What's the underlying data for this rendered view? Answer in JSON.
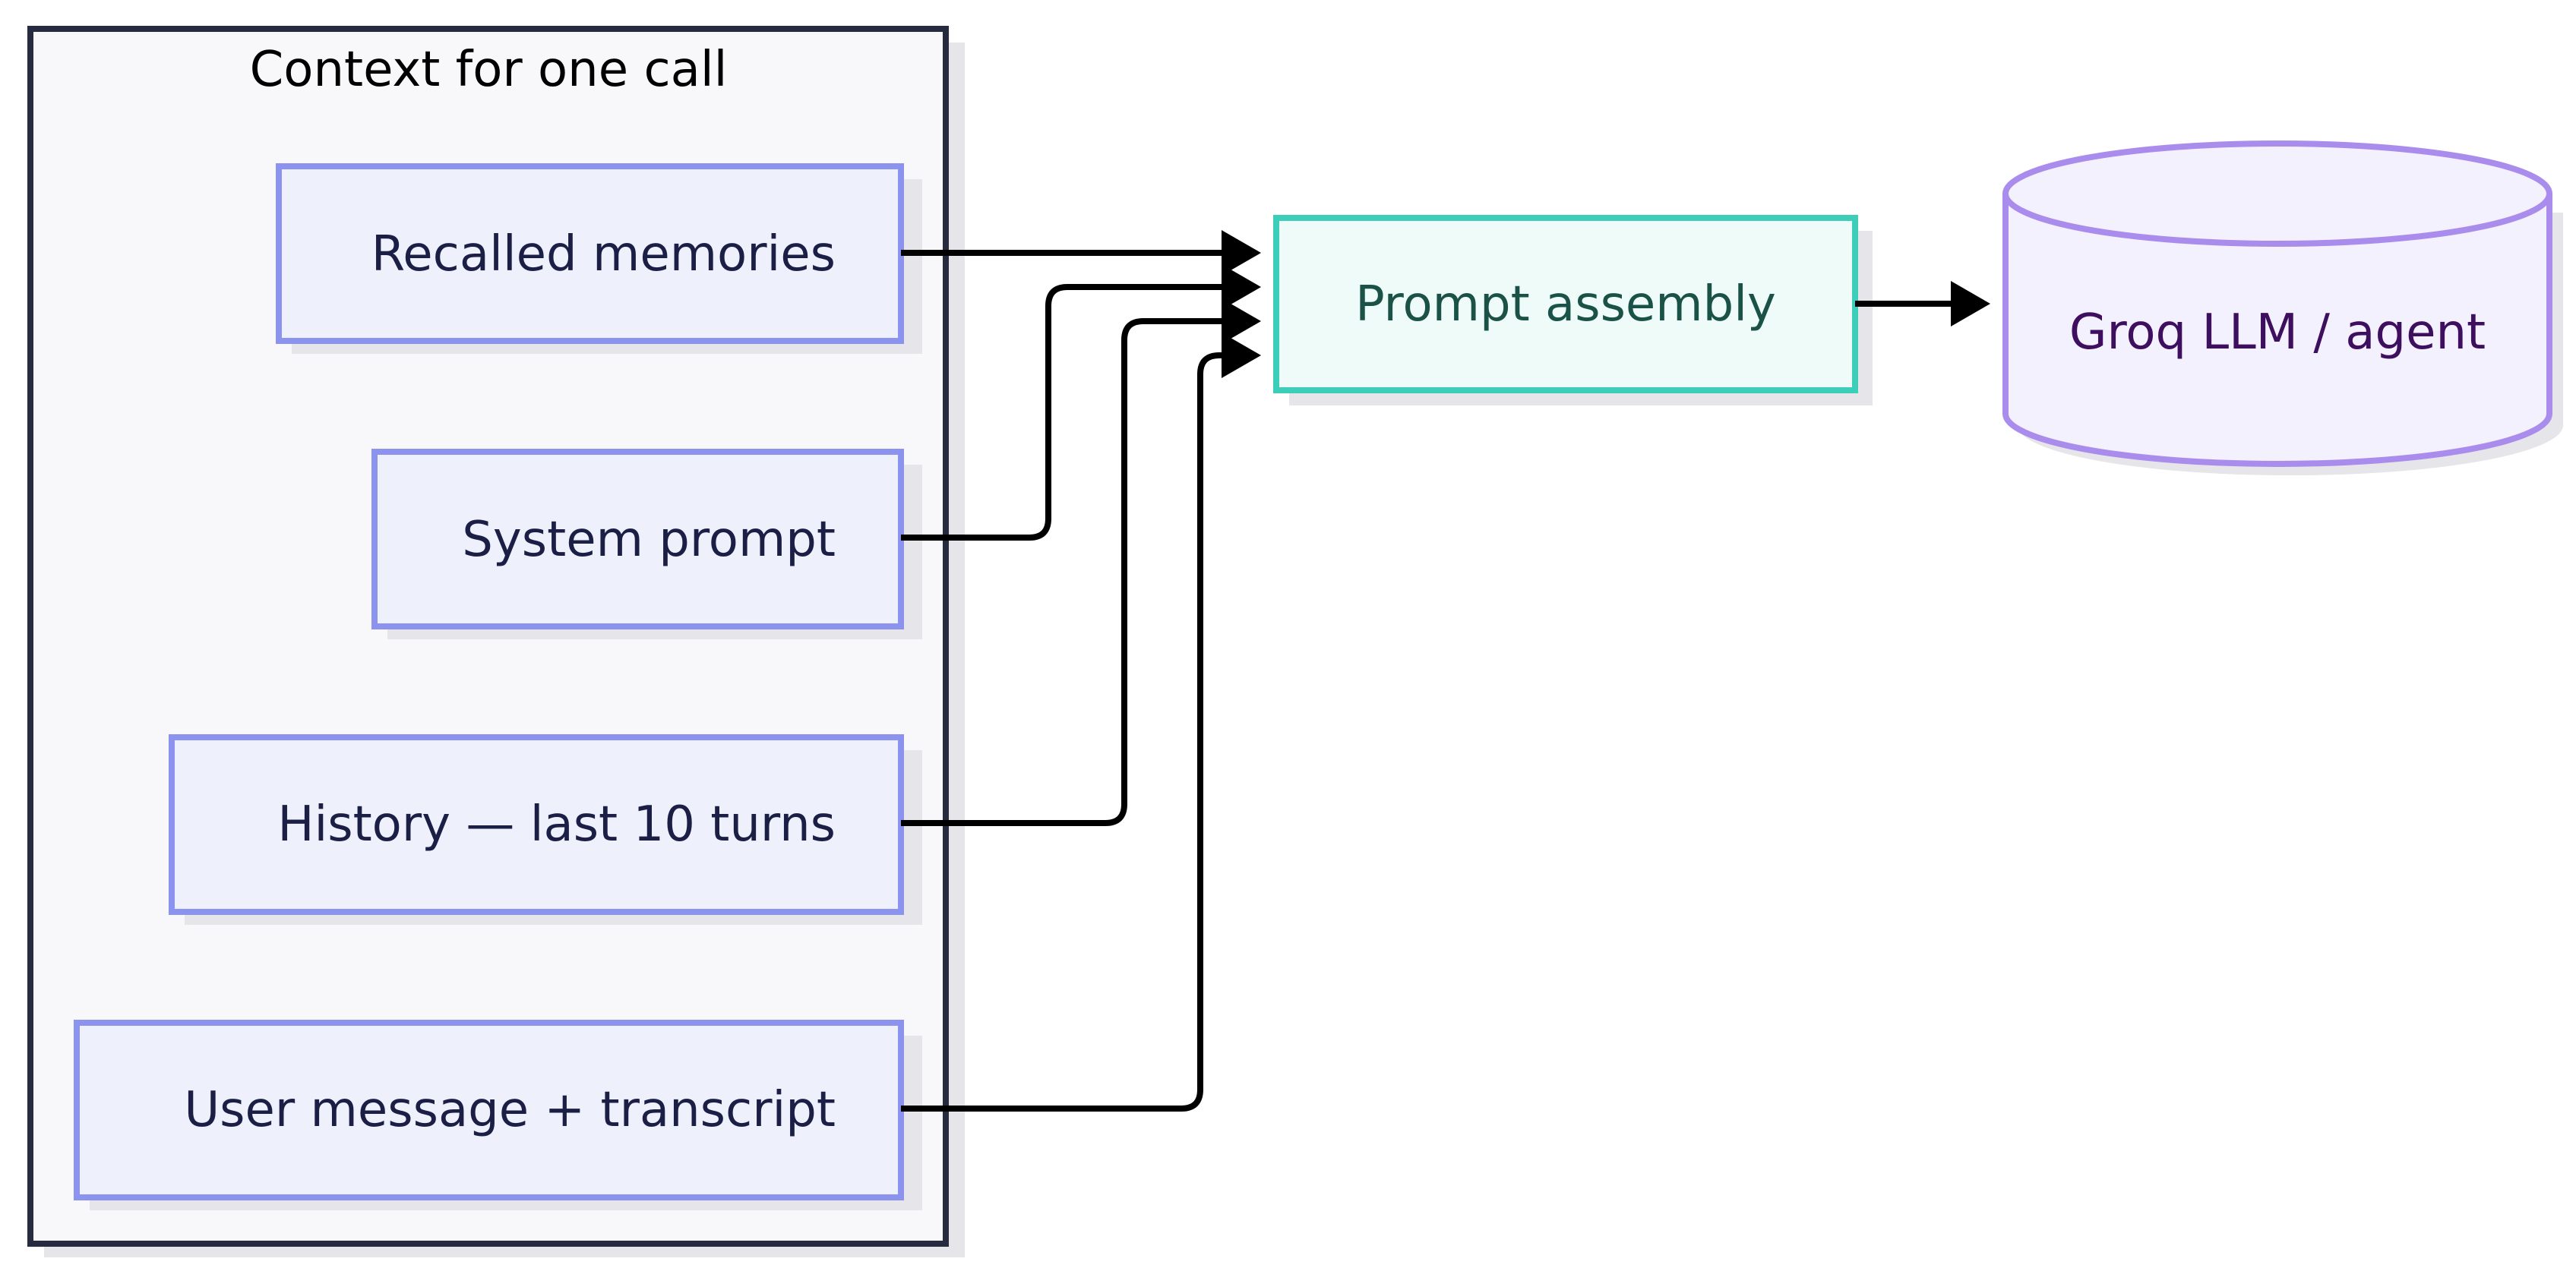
{
  "diagram": {
    "group_title": "Context for one call",
    "inputs": [
      {
        "id": "recalled",
        "label": "Recalled memories"
      },
      {
        "id": "system",
        "label": "System prompt"
      },
      {
        "id": "history",
        "label": "History — last 10 turns"
      },
      {
        "id": "user",
        "label": "User message + transcript"
      }
    ],
    "assembly": {
      "label": "Prompt assembly"
    },
    "llm": {
      "label": "Groq LLM / agent"
    },
    "edges": [
      {
        "from": "recalled",
        "to": "assembly"
      },
      {
        "from": "system",
        "to": "assembly"
      },
      {
        "from": "history",
        "to": "assembly"
      },
      {
        "from": "user",
        "to": "assembly"
      },
      {
        "from": "assembly",
        "to": "llm"
      }
    ]
  },
  "colors": {
    "group_fill": "#f8f8fa",
    "group_stroke": "#262b40",
    "input_fill": "#eef1fc",
    "input_stroke": "#8b93ee",
    "input_text": "#1c1f45",
    "assembly_fill": "#effbf9",
    "assembly_stroke": "#3cceb9",
    "assembly_text": "#1a5248",
    "llm_fill": "#f3f1fd",
    "llm_stroke": "#a98cec",
    "llm_text": "#3d0f5e",
    "shadow": "#e6e6ea",
    "edge": "#000000"
  }
}
